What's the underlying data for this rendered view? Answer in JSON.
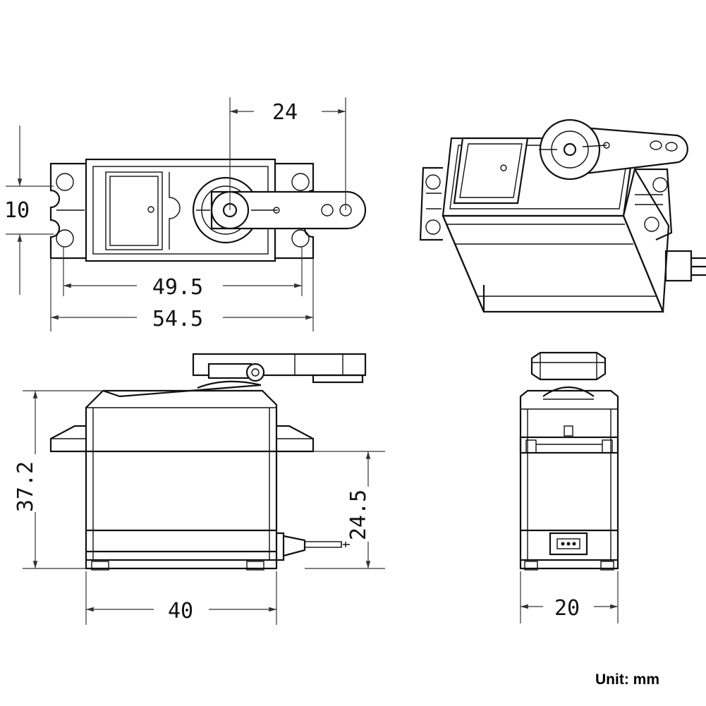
{
  "dimensions": {
    "top_view": {
      "horn_offset": "24",
      "tab_height": "10",
      "mount_hole_spacing": "49.5",
      "overall_length": "54.5"
    },
    "side_view": {
      "overall_height": "37.2",
      "flange_height": "24.5",
      "body_length": "40"
    },
    "end_view": {
      "body_width": "20"
    }
  },
  "unit_label": "Unit: mm"
}
